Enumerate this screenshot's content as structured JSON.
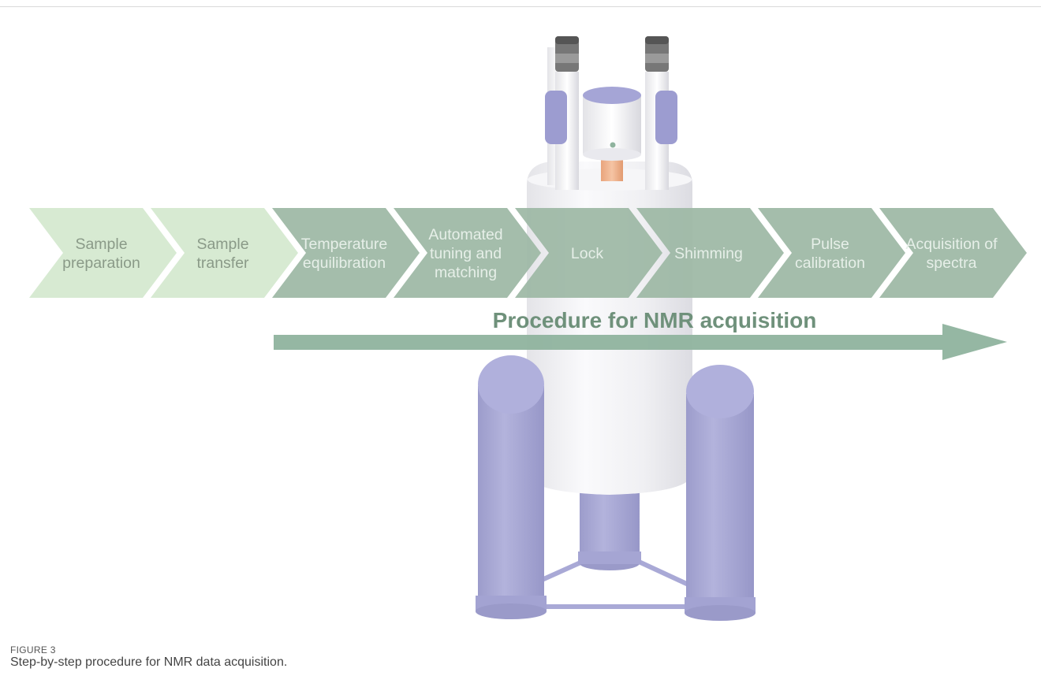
{
  "steps": [
    {
      "label": "Sample\npreparation",
      "style": "light"
    },
    {
      "label": "Sample\ntransfer",
      "style": "light"
    },
    {
      "label": "Temperature\nequilibration",
      "style": "dark"
    },
    {
      "label": "Automated\ntuning and\nmatching",
      "style": "dark"
    },
    {
      "label": "Lock",
      "style": "dark"
    },
    {
      "label": "Shimming",
      "style": "dark"
    },
    {
      "label": "Pulse\ncalibration",
      "style": "dark"
    },
    {
      "label": "Acquisition of\nspectra",
      "style": "dark"
    }
  ],
  "procedure_title": "Procedure for NMR acquisition",
  "colors": {
    "light_chevron": "#d7ead2",
    "light_text": "#8a9a88",
    "dark_chevron": "#9db8a5",
    "dark_text": "#e6efe8",
    "arrow": "#8fb39e",
    "title": "#6f917b",
    "magnet_body": "#f1f1f3",
    "legs": "#a8a8d4",
    "legs_dark": "#9494c6",
    "copper": "#f0b793"
  },
  "caption": {
    "label": "FIGURE 3",
    "text": "Step-by-step procedure for NMR data acquisition."
  }
}
